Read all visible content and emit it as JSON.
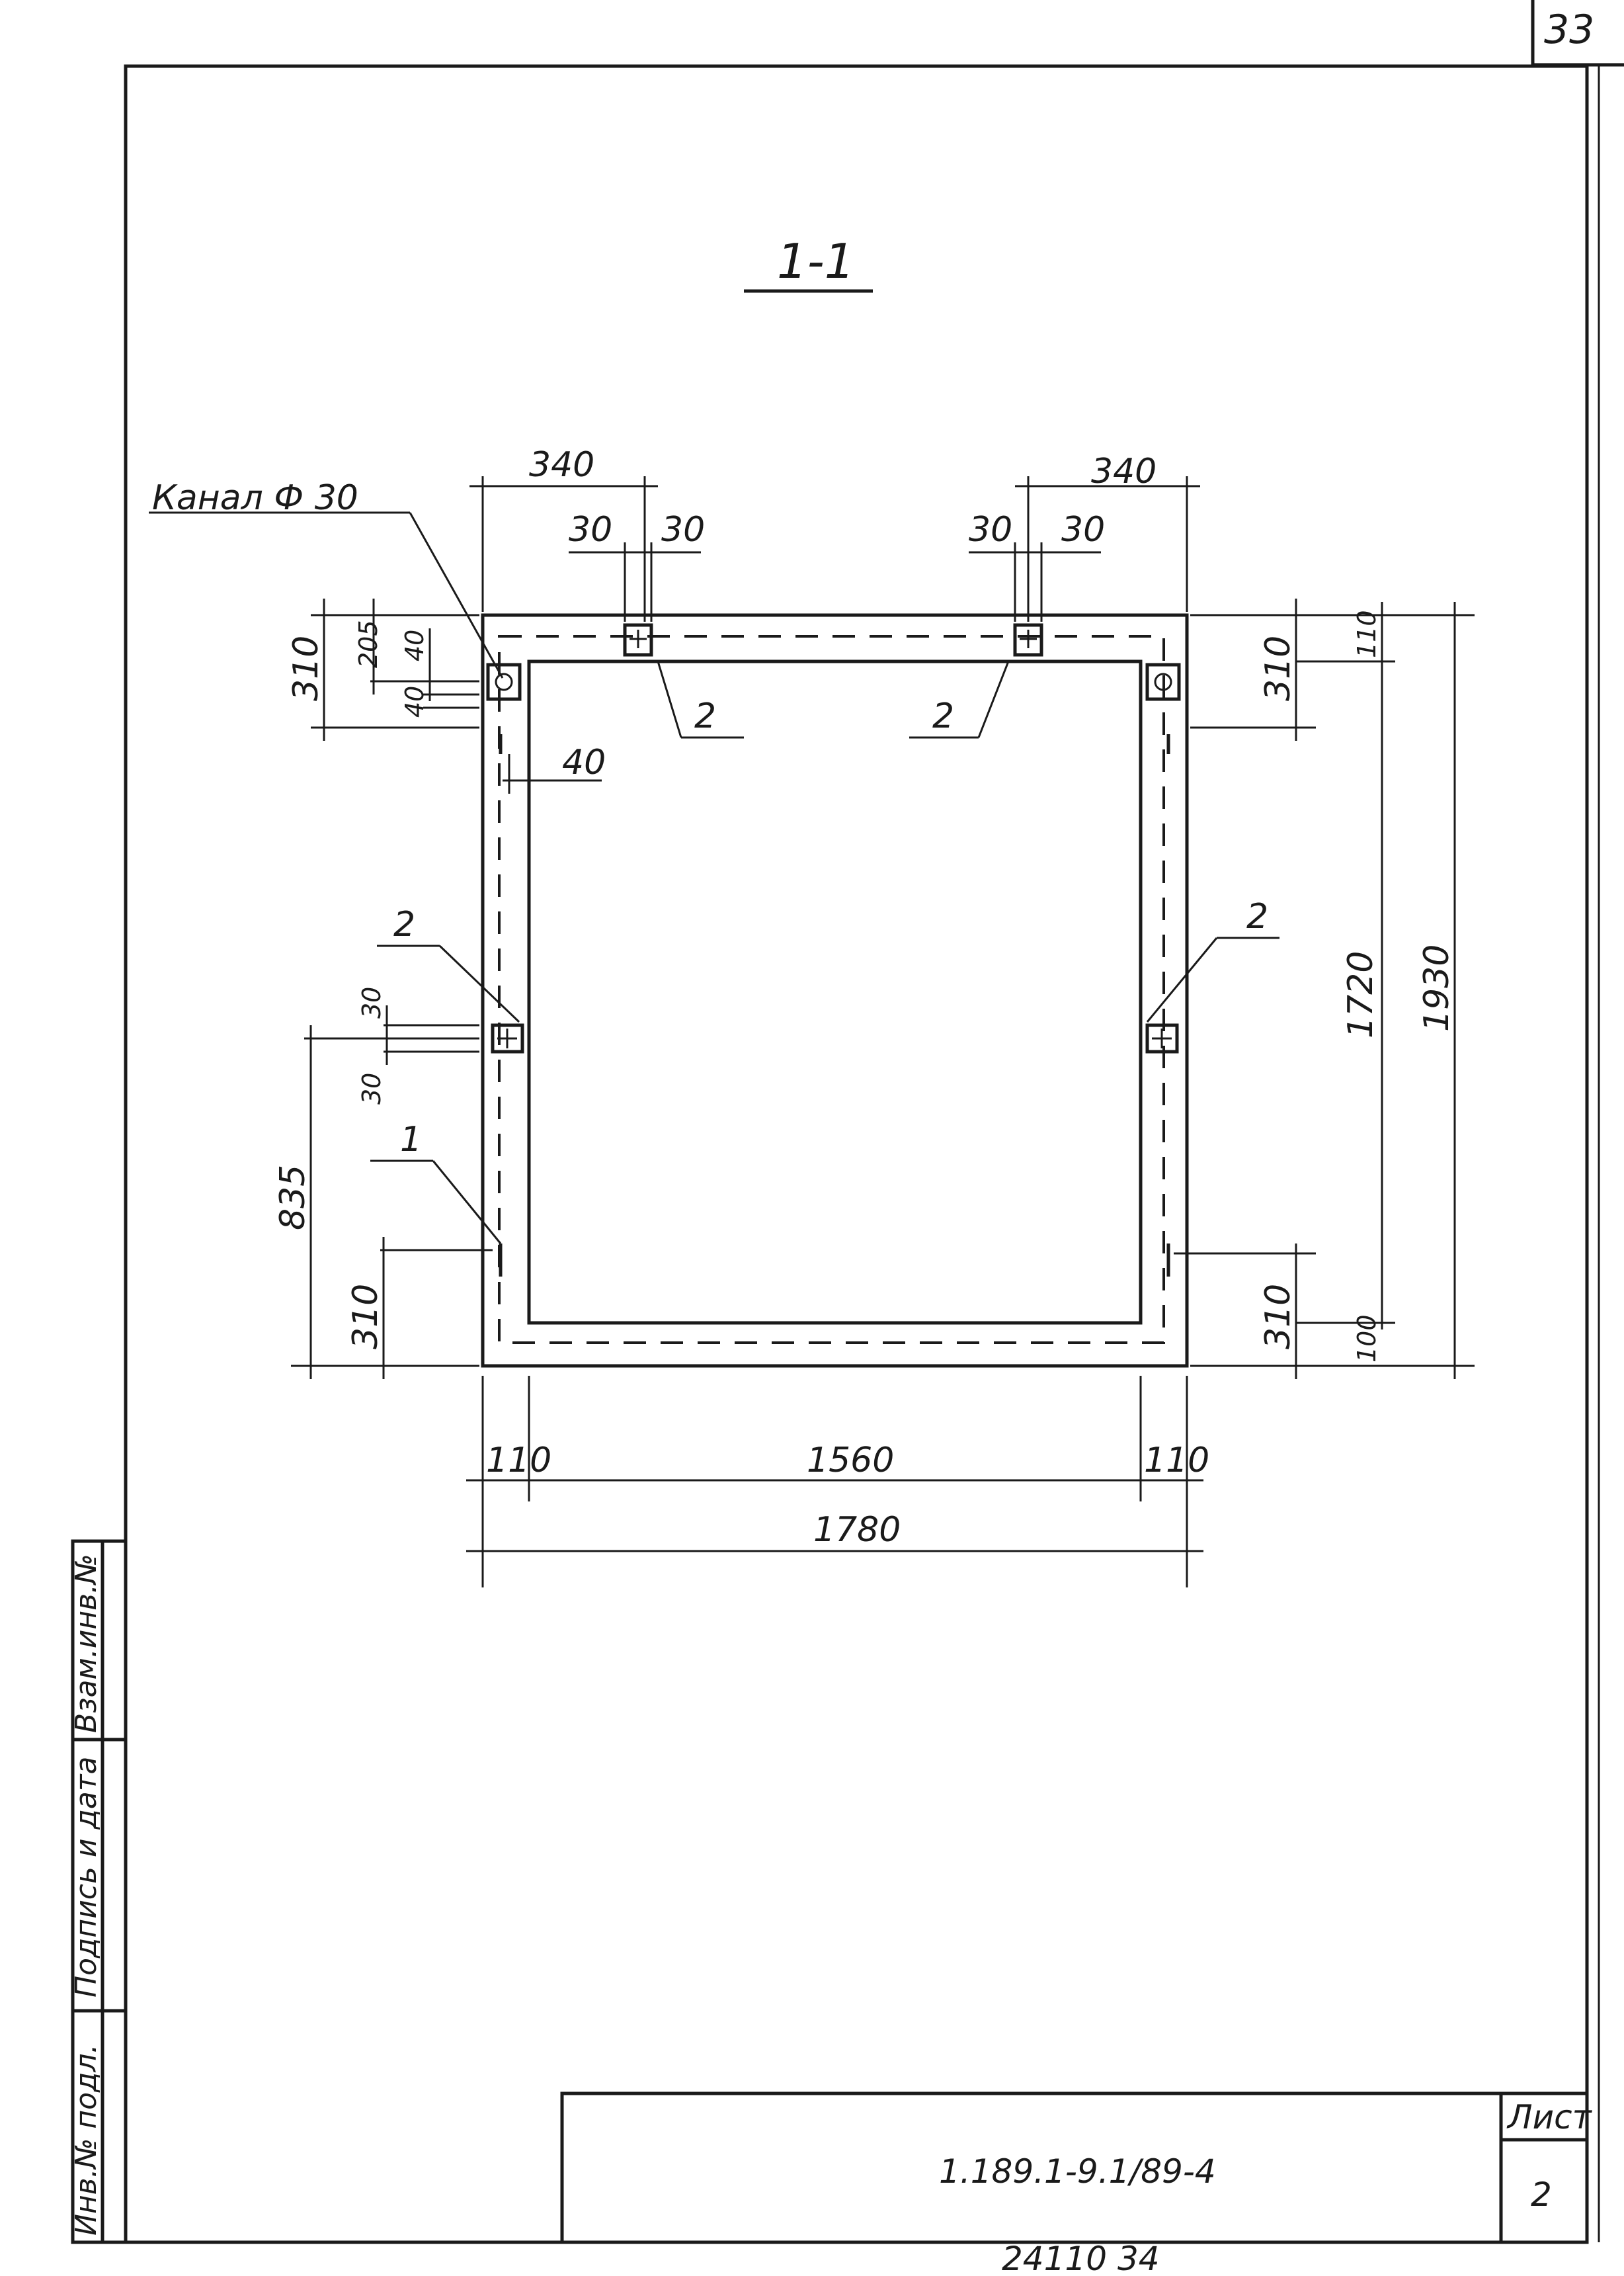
{
  "sheet": {
    "corner_number": "33",
    "section_title": "1-1",
    "drawing_code": "1.189.1-9.1/89-4",
    "sheet_label": "Лист",
    "sheet_number": "2",
    "archive_number": "24110  34"
  },
  "side_stamp": {
    "cells": [
      "Инв.№ подл.",
      "Подпись и дата",
      "Взам.инв.№"
    ]
  },
  "annotations": {
    "channel_label": "Канал  Ф 30",
    "callouts": [
      "2",
      "2",
      "2",
      "2",
      "1"
    ]
  },
  "dimensions": {
    "top_left_width": "340",
    "top_right_width": "340",
    "top_left_gap_a": "30",
    "top_left_gap_b": "30",
    "top_right_gap_a": "30",
    "top_right_gap_b": "30",
    "left_310_top": "310",
    "left_205": "205",
    "left_40_a": "40",
    "left_40_b": "40",
    "left_40_c": "40",
    "left_30_a": "30",
    "left_30_b": "30",
    "left_835": "835",
    "left_310_bottom": "310",
    "right_110": "110",
    "right_310_top": "310",
    "right_1720": "1720",
    "right_1930": "1930",
    "right_310_bottom": "310",
    "right_100": "100",
    "bottom_110_left": "110",
    "bottom_1560": "1560",
    "bottom_110_right": "110",
    "bottom_1780": "1780"
  }
}
